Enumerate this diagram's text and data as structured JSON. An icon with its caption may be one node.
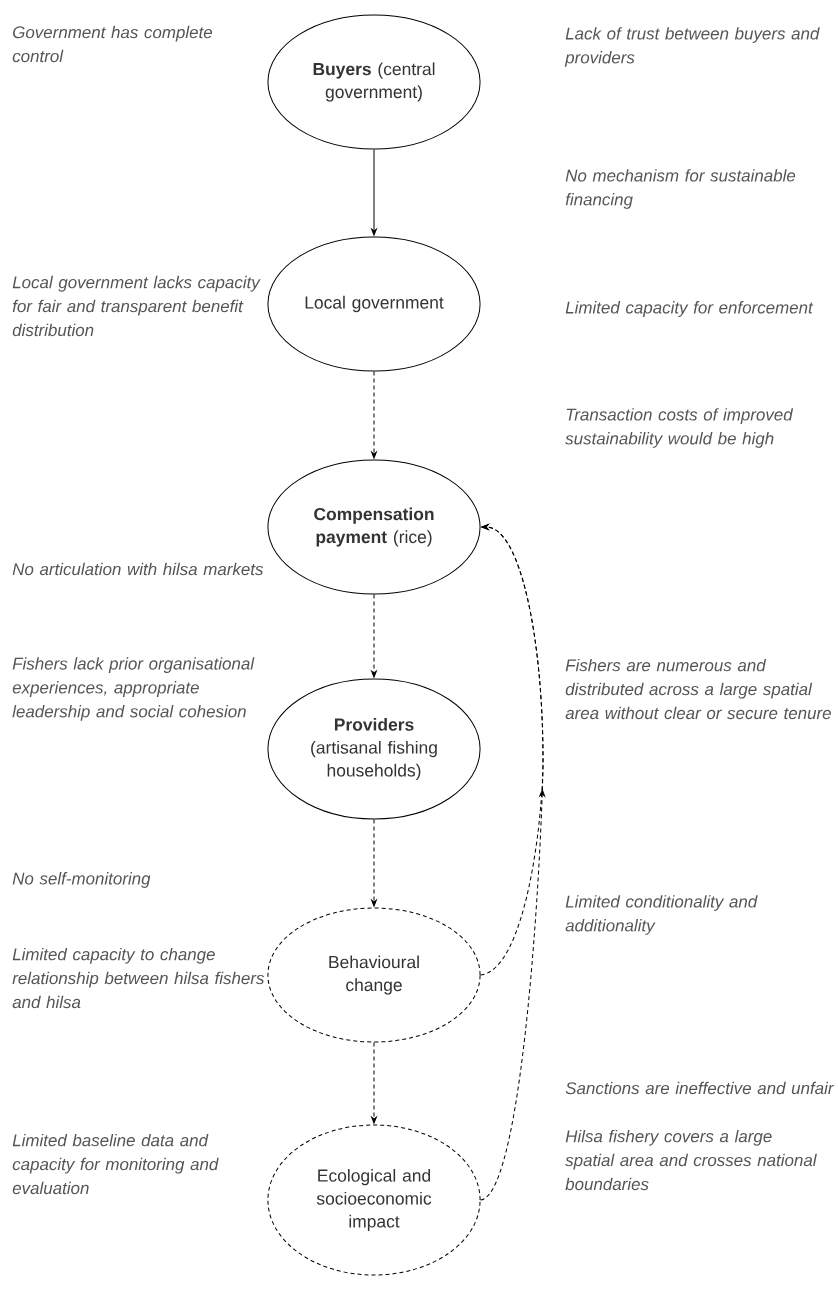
{
  "diagram": {
    "nodes": [
      {
        "text": [
          "**Buyers** (central government)"
        ]
      },
      {
        "text": [
          "Local government"
        ]
      },
      {
        "text": [
          "**Compensation payment** (rice)"
        ]
      },
      {
        "text": [
          "**Providers** (artisanal fishing households)"
        ]
      },
      {
        "text": [
          "Behavioural change"
        ]
      },
      {
        "text": [
          "Ecological and socioeconomic impact"
        ]
      }
    ],
    "edges": [
      {
        "from": 0,
        "to": 1,
        "arrow": "to"
      },
      {
        "from": 1,
        "to": 2,
        "arrow": "to",
        "style": "dashed"
      },
      {
        "from": 2,
        "to": 3,
        "arrow": "to",
        "style": "dashed"
      },
      {
        "from": 3,
        "to": 4,
        "arrow": "to",
        "style": "dashed"
      },
      {
        "from": 4,
        "to": 5,
        "arrow": "to",
        "style": "dashed"
      },
      {
        "from": 4,
        "to": 2,
        "arrow": "to",
        "style": "dashed"
      },
      {
        "from": 5,
        "to": 2,
        "arrow": "to",
        "style": "dashed"
      }
    ],
    "labels": [
      "Government has complete control",
      "Lack of trust between buyers and providers",
      "No mechanism for sustainable financing",
      "Local government lacks capacity for fair and transparent benefit distribution",
      "Limited capacity for enforcement",
      "Transaction costs of improved sustainability would be high",
      "No articulation with hilsa markets",
      "Fishers lack prior organisational experiences, appropriate leadership and social cohesion",
      "Fishers are numerous and distributed across a large spatial area without clear or secure tenure",
      "No self-monitoring",
      "Limited conditionality and additionality",
      "Limited capacity to change relationship between hilsa fishers and hilsa",
      "Sanctions are ineffective and unfair",
      "Limited baseline data and capacity for monitoring and evaluation",
      "Hilsa fishery covers a large spatial area and crosses national boundaries"
    ]
  }
}
